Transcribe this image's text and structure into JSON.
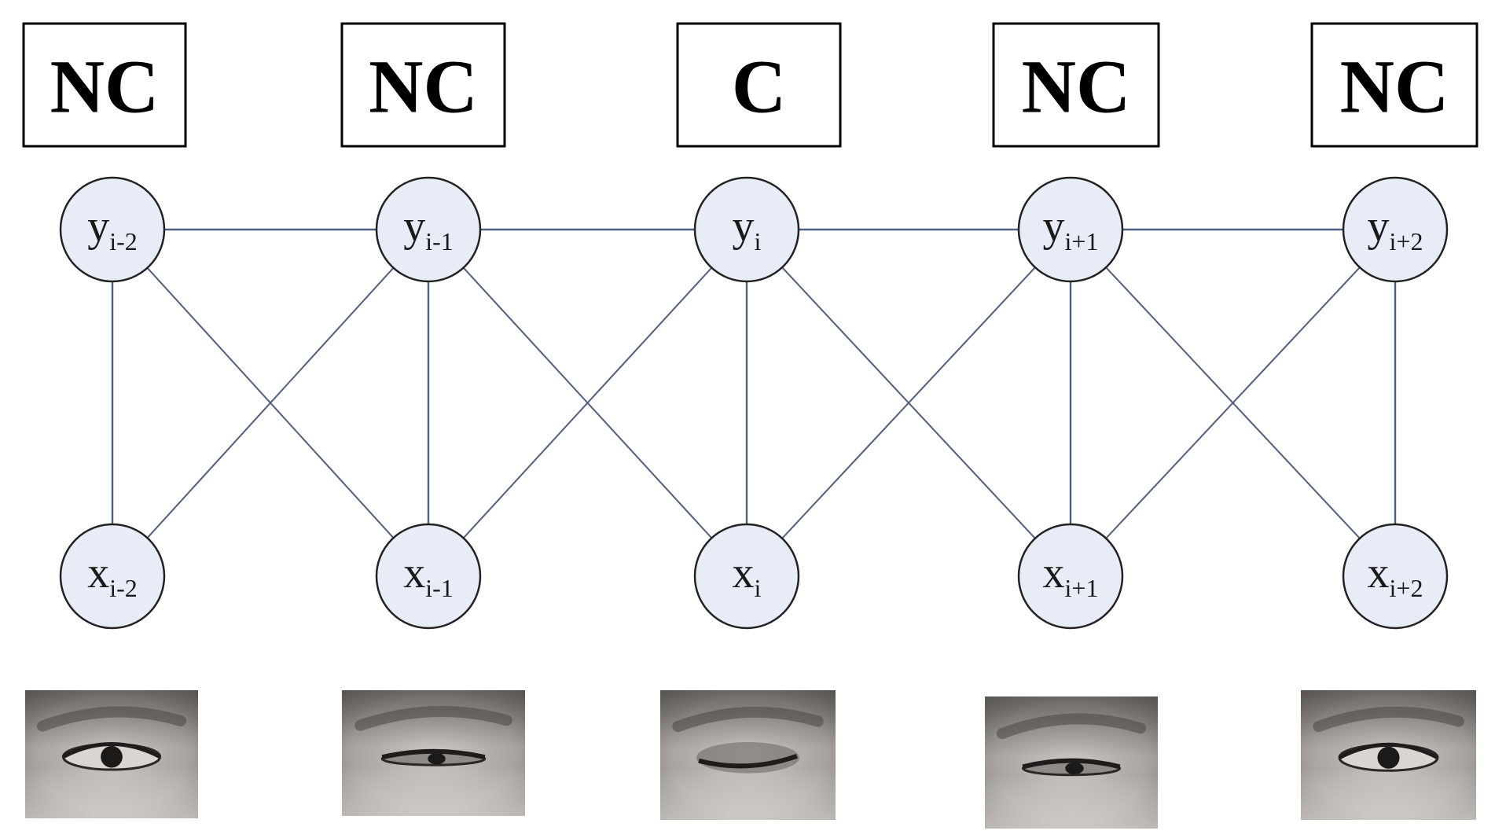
{
  "labels": [
    "NC",
    "NC",
    "C",
    "NC",
    "NC"
  ],
  "hidden_nodes": [
    {
      "id": "y_im2",
      "main": "y",
      "sub": "i-2"
    },
    {
      "id": "y_im1",
      "main": "y",
      "sub": "i-1"
    },
    {
      "id": "y_i",
      "main": "y",
      "sub": "i"
    },
    {
      "id": "y_ip1",
      "main": "y",
      "sub": "i+1"
    },
    {
      "id": "y_ip2",
      "main": "y",
      "sub": "i+2"
    }
  ],
  "observed_nodes": [
    {
      "id": "x_im2",
      "main": "x",
      "sub": "i-2"
    },
    {
      "id": "x_im1",
      "main": "x",
      "sub": "i-1"
    },
    {
      "id": "x_i",
      "main": "x",
      "sub": "i"
    },
    {
      "id": "x_ip1",
      "main": "x",
      "sub": "i+1"
    },
    {
      "id": "x_ip2",
      "main": "x",
      "sub": "i+2"
    }
  ],
  "edges": [
    [
      "y_im2",
      "y_im1"
    ],
    [
      "y_im1",
      "y_i"
    ],
    [
      "y_i",
      "y_ip1"
    ],
    [
      "y_ip1",
      "y_ip2"
    ],
    [
      "y_im2",
      "x_im2"
    ],
    [
      "y_im1",
      "x_im1"
    ],
    [
      "y_i",
      "x_i"
    ],
    [
      "y_ip1",
      "x_ip1"
    ],
    [
      "y_ip2",
      "x_ip2"
    ],
    [
      "y_im2",
      "x_im1"
    ],
    [
      "y_im1",
      "x_im2"
    ],
    [
      "y_im1",
      "x_i"
    ],
    [
      "y_i",
      "x_im1"
    ],
    [
      "y_i",
      "x_ip1"
    ],
    [
      "y_ip1",
      "x_i"
    ],
    [
      "y_ip1",
      "x_ip2"
    ],
    [
      "y_ip2",
      "x_ip1"
    ]
  ],
  "eye_images": [
    {
      "state": "open"
    },
    {
      "state": "half-closed"
    },
    {
      "state": "closed"
    },
    {
      "state": "half-closed"
    },
    {
      "state": "open"
    }
  ],
  "colors": {
    "node_fill": "#e8ecf6",
    "edge": "#4f5f7e",
    "box_border": "#000000"
  }
}
